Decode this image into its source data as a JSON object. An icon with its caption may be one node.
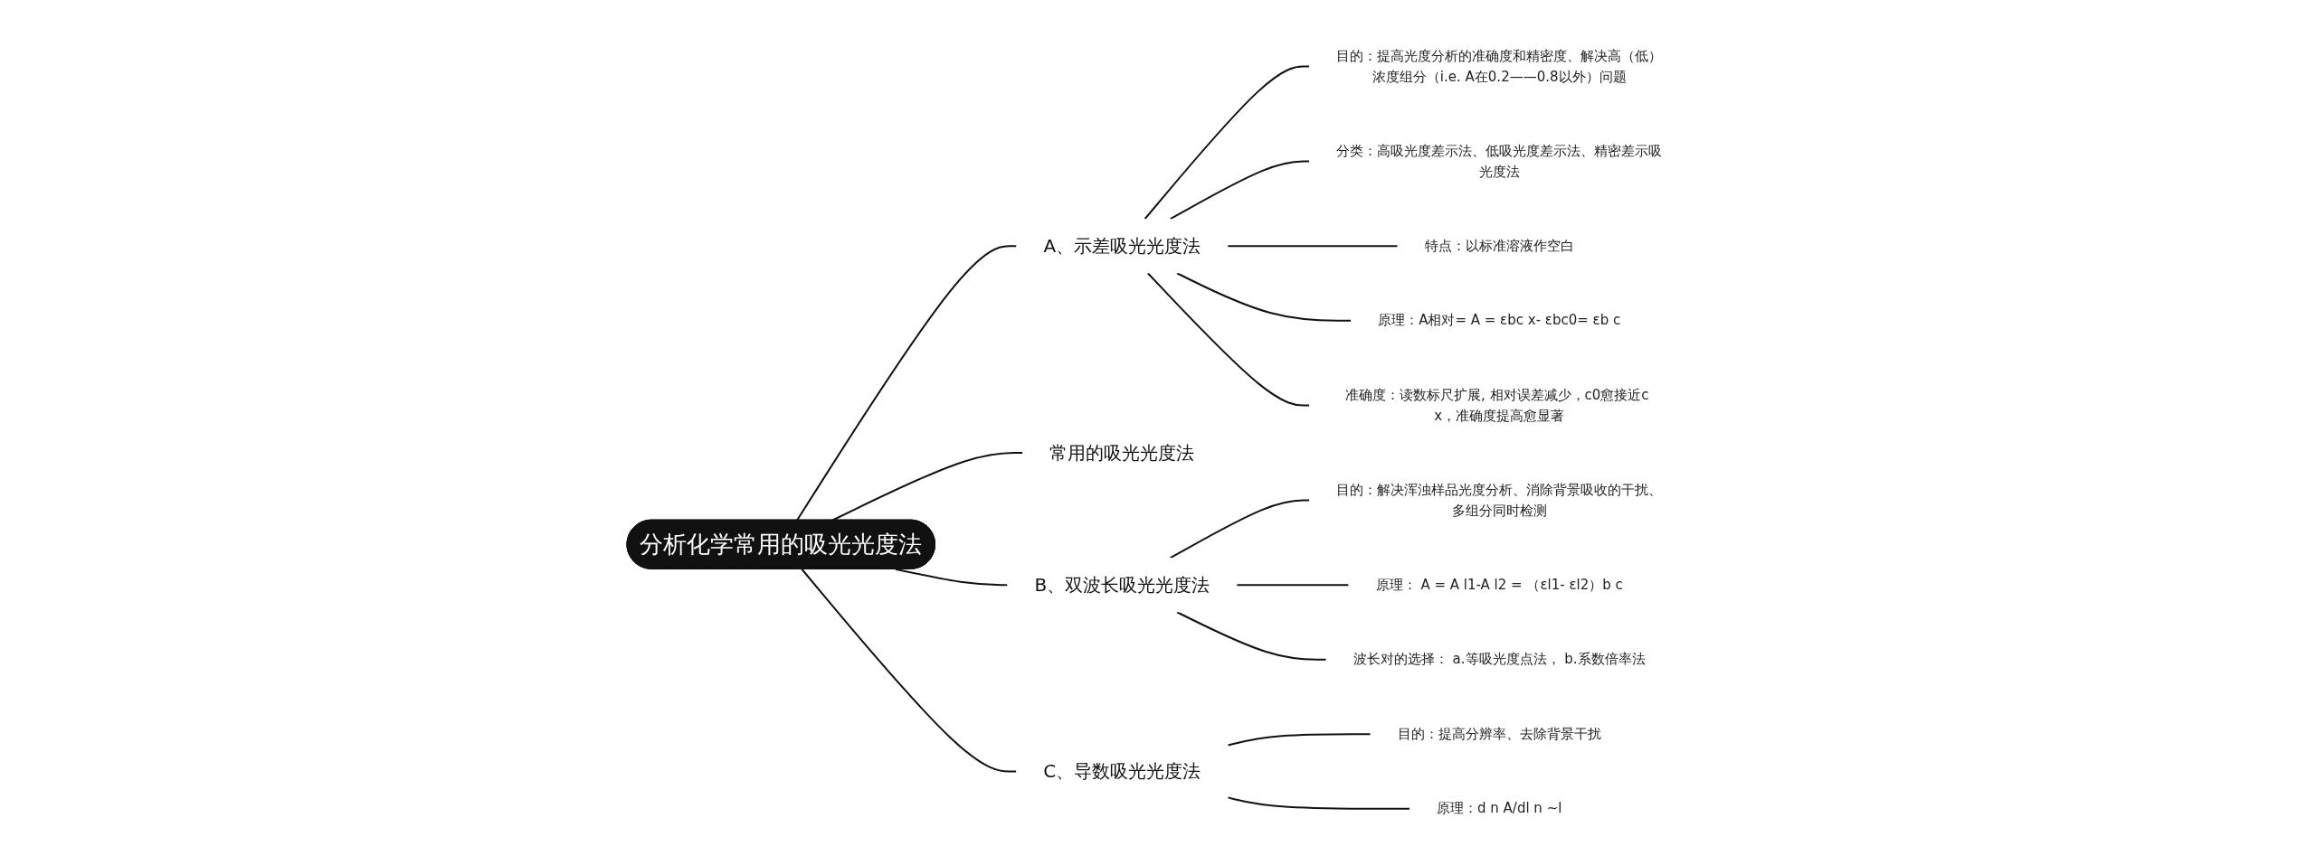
{
  "diagram": {
    "nodes": [
      {
        "text": [
          "分析化学常用的吸光光度法"
        ]
      },
      {
        "text": [
          "A、示差吸光光度法"
        ]
      },
      {
        "text": [
          "目的：提高光度分析的准确度和精密度、解决高（低）浓度组分（i.e. A在0.2——0.8以外）问题"
        ]
      },
      {
        "text": [
          "分类：高吸光度差示法、低吸光度差示法、精密差示吸光度法"
        ]
      },
      {
        "text": [
          "特点：以标准溶液作空白"
        ]
      },
      {
        "text": [
          "原理：A相对= A = εbc x- εbc0= εb c"
        ]
      },
      {
        "text": [
          "准确度：读数标尺扩展, 相对误差减少，c0愈接近c x，准确度提高愈显著"
        ]
      },
      {
        "text": [
          "常用的吸光光度法"
        ]
      },
      {
        "text": [
          "B、双波长吸光光度法"
        ]
      },
      {
        "text": [
          "目的：解决浑浊样品光度分析、消除背景吸收的干扰、多组分同时检测"
        ]
      },
      {
        "text": [
          "原理：  A = A l1-A l2 =  （εl1- εl2）b c"
        ]
      },
      {
        "text": [
          "波长对的选择：  a.等吸光度点法，  b.系数倍率法"
        ]
      },
      {
        "text": [
          "C、导数吸光光度法"
        ]
      },
      {
        "text": [
          "目的：提高分辨率、去除背景干扰"
        ]
      },
      {
        "text": [
          "原理：d n A/dl n ~l"
        ]
      }
    ],
    "edges": [
      {
        "from": 0,
        "to": 1,
        "arrow": "none"
      },
      {
        "from": 1,
        "to": 2,
        "arrow": "none"
      },
      {
        "from": 1,
        "to": 3,
        "arrow": "none"
      },
      {
        "from": 1,
        "to": 4,
        "arrow": "none"
      },
      {
        "from": 1,
        "to": 5,
        "arrow": "none"
      },
      {
        "from": 1,
        "to": 6,
        "arrow": "none"
      },
      {
        "from": 0,
        "to": 7,
        "arrow": "none"
      },
      {
        "from": 0,
        "to": 8,
        "arrow": "none"
      },
      {
        "from": 8,
        "to": 9,
        "arrow": "none"
      },
      {
        "from": 8,
        "to": 10,
        "arrow": "none"
      },
      {
        "from": 8,
        "to": 11,
        "arrow": "none"
      },
      {
        "from": 0,
        "to": 12,
        "arrow": "none"
      },
      {
        "from": 12,
        "to": 13,
        "arrow": "none"
      },
      {
        "from": 12,
        "to": 14,
        "arrow": "none"
      }
    ]
  }
}
